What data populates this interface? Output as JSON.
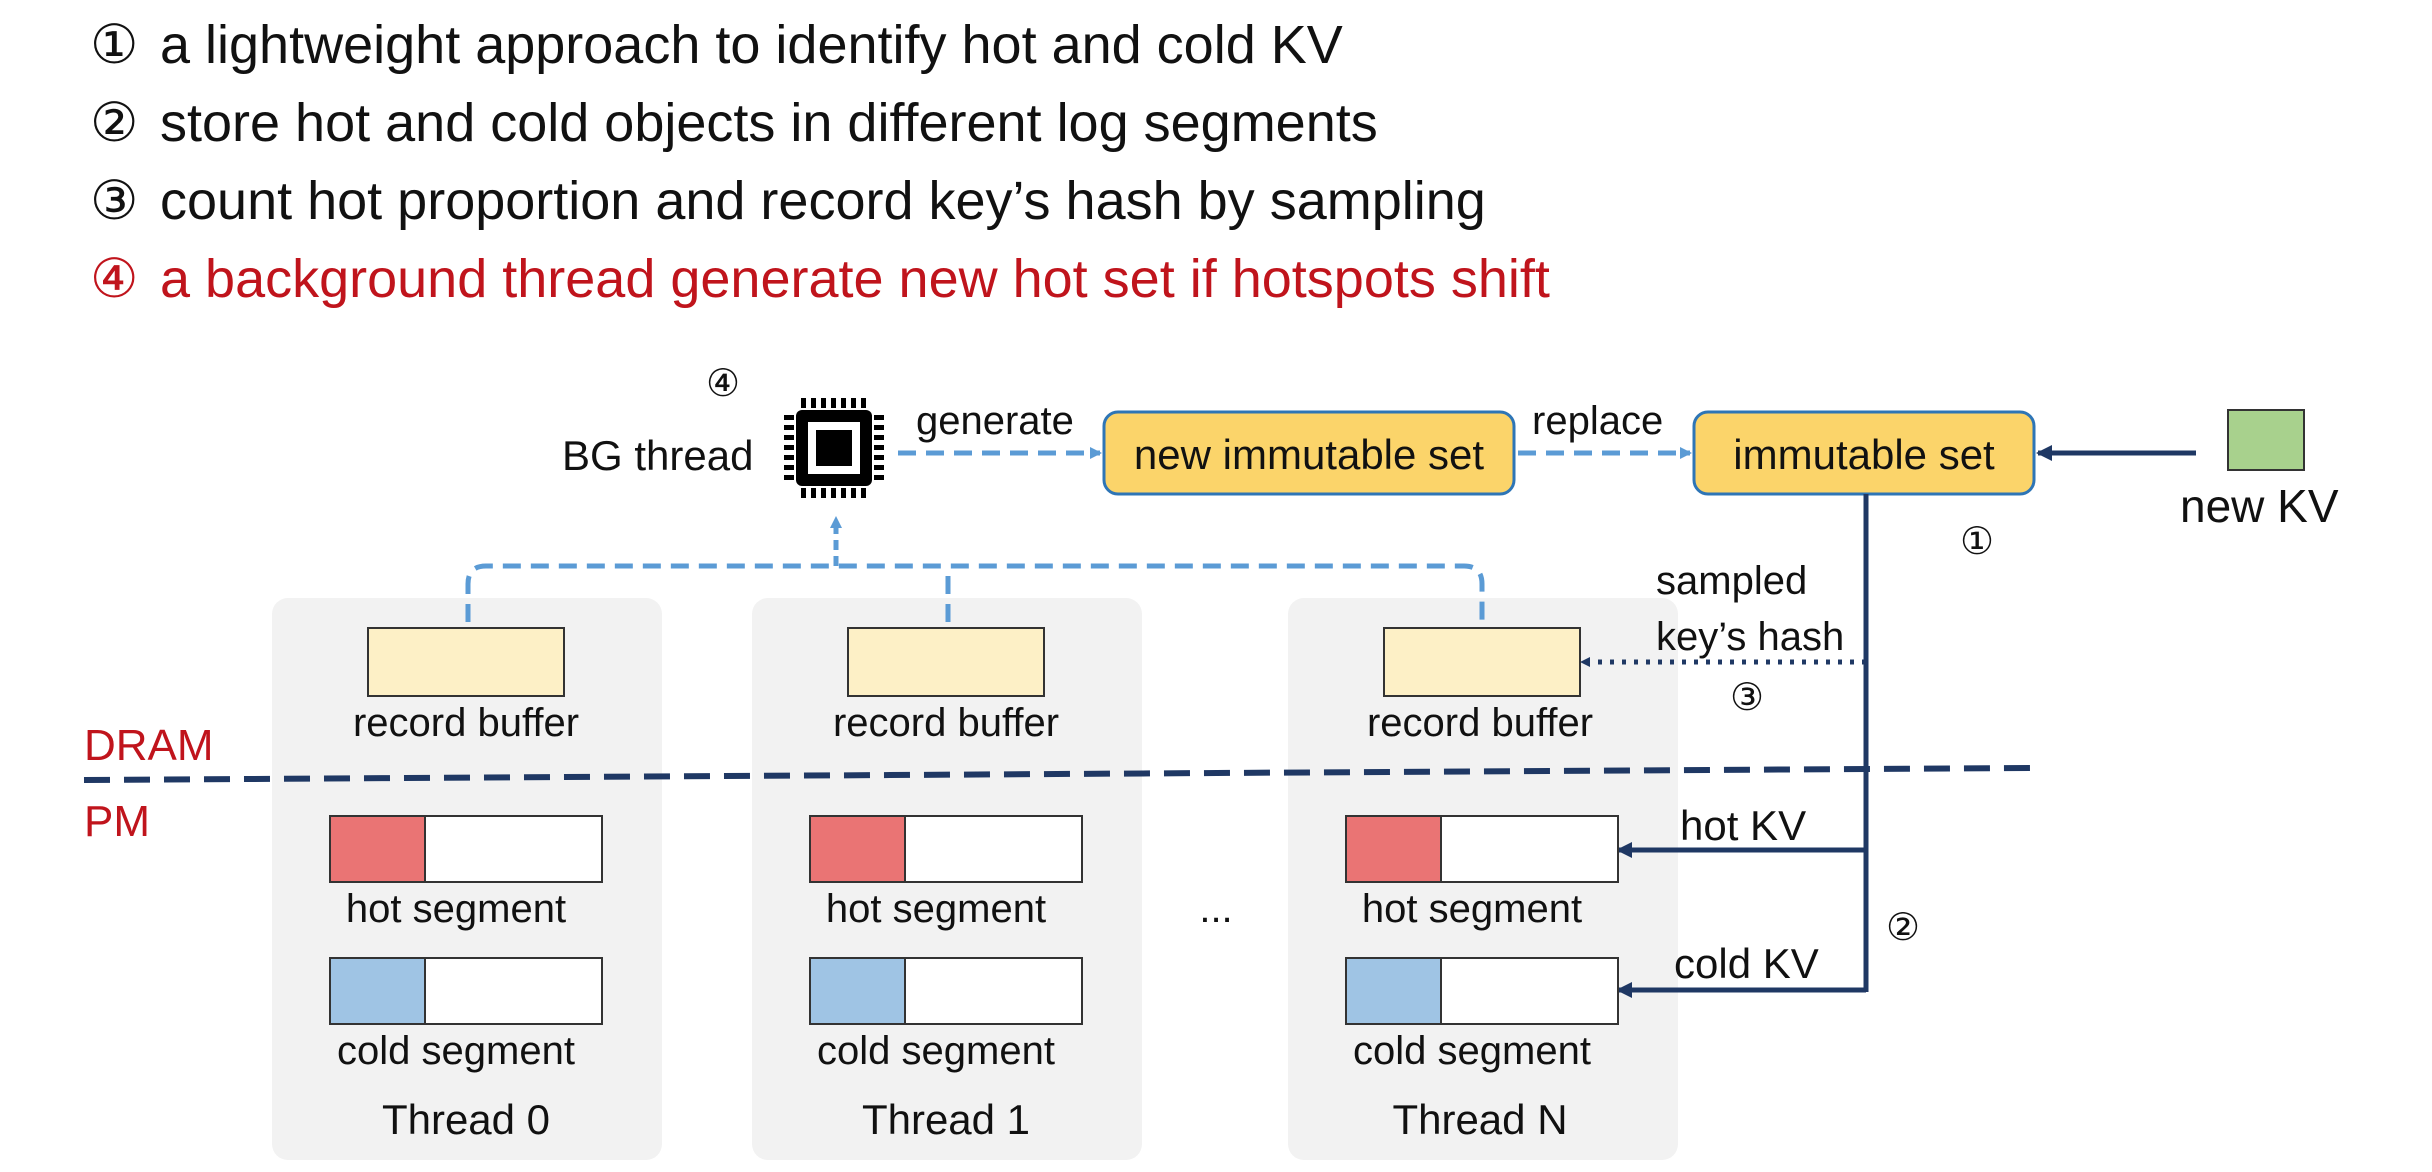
{
  "bullets": [
    {
      "num": "①",
      "text": "a lightweight approach to identify hot and cold KV",
      "highlight": false
    },
    {
      "num": "②",
      "text": "store hot and cold objects in different log segments",
      "highlight": false
    },
    {
      "num": "③",
      "text": "count hot proportion and record key’s hash by sampling",
      "highlight": false
    },
    {
      "num": "④",
      "text": "a background thread generate new hot set if hotspots shift",
      "highlight": true
    }
  ],
  "diagram": {
    "bg_step": "④",
    "bg_thread": "BG thread",
    "generate": "generate",
    "new_set": "new immutable set",
    "replace": "replace",
    "immutable_set": "immutable set",
    "new_kv": "new KV",
    "step1": "①",
    "sampled_line1": "sampled",
    "sampled_line2": "key’s hash",
    "step3": "③",
    "dram": "DRAM",
    "pm": "PM",
    "hot_kv": "hot KV",
    "cold_kv": "cold KV",
    "step2": "②",
    "ellipsis": "...",
    "record_buffer": "record buffer",
    "hot_segment": "hot segment",
    "cold_segment": "cold segment",
    "threads": [
      "Thread 0",
      "Thread 1",
      "Thread N"
    ]
  },
  "colors": {
    "highlight_text": "#c0141c",
    "set_box": "#fbd46a",
    "record_buffer": "#fdf0c6",
    "hot": "#ea7474",
    "cold": "#9fc4e4",
    "new_kv": "#a8d18d",
    "dark_arrow": "#1f3864",
    "dashed_arrow": "#5b9bd5",
    "thread_panel": "#f2f2f2"
  }
}
